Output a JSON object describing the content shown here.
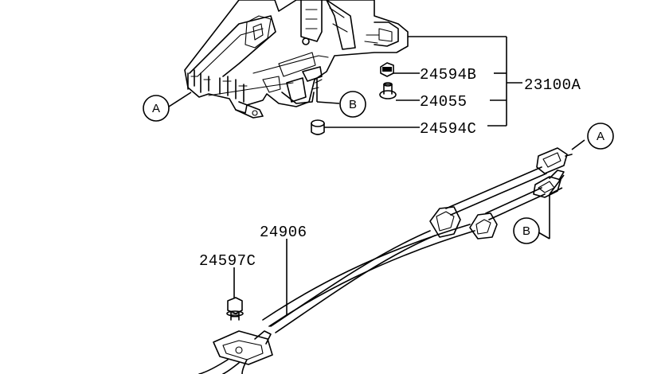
{
  "parts": {
    "p24594b": "24594B",
    "p24055": "24055",
    "p24594c": "24594C",
    "p23100a": "23100A",
    "p24906": "24906",
    "p24597c": "24597C"
  },
  "refs": {
    "a_shifter": "A",
    "b_shifter": "B",
    "a_cable": "A",
    "b_cable": "B"
  }
}
